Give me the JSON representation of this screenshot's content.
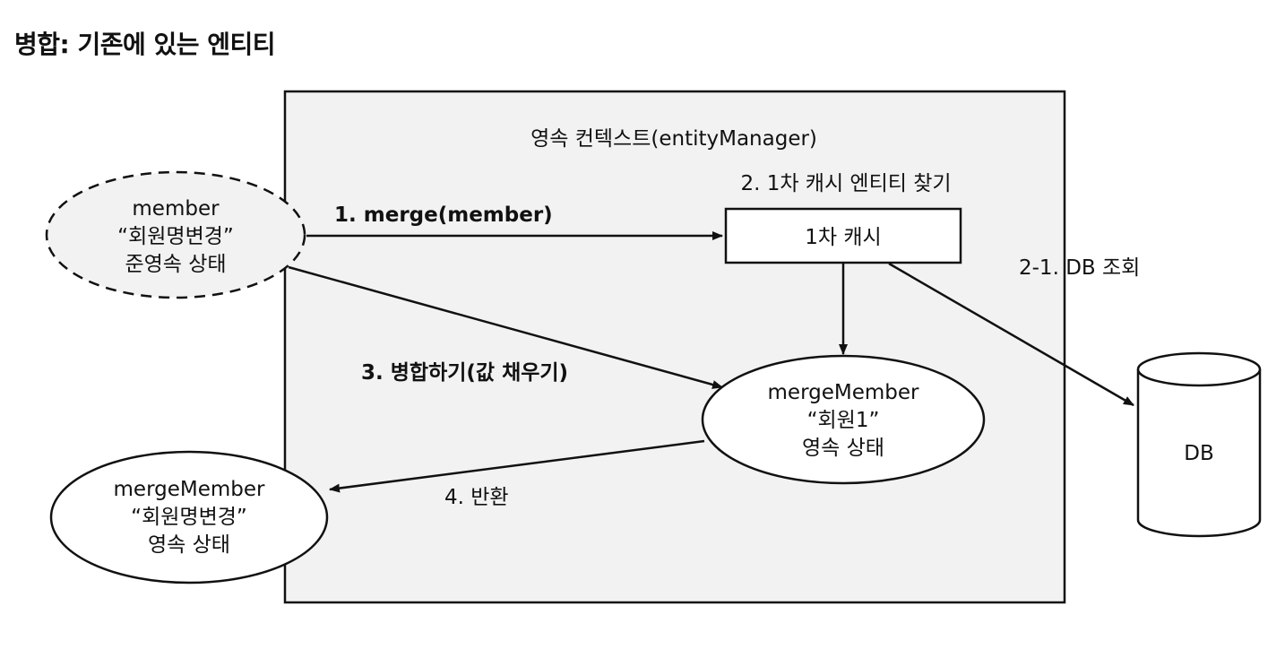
{
  "title": "병합: 기존에 있는 엔티티",
  "context_box": {
    "label": "영속 컨텍스트(entityManager)"
  },
  "input_member": {
    "line1": "member",
    "line2": "“회원명변경”",
    "line3": "준영속 상태"
  },
  "cache": {
    "label": "1차 캐시",
    "find_label": "2. 1차 캐시 엔티티 찾기"
  },
  "persistent_member": {
    "line1": "mergeMember",
    "line2": "“회원1”",
    "line3": "영속 상태"
  },
  "result_member": {
    "line1": "mergeMember",
    "line2": "“회원명변경”",
    "line3": "영속 상태"
  },
  "database": {
    "label": "DB"
  },
  "steps": {
    "merge": "1. merge(member)",
    "db_lookup": "2-1.  DB 조회",
    "fill": "3. 병합하기(값 채우기)",
    "return": "4. 반환"
  },
  "colors": {
    "box_fill": "#f2f2f2",
    "stroke": "#111111",
    "background": "#ffffff"
  }
}
